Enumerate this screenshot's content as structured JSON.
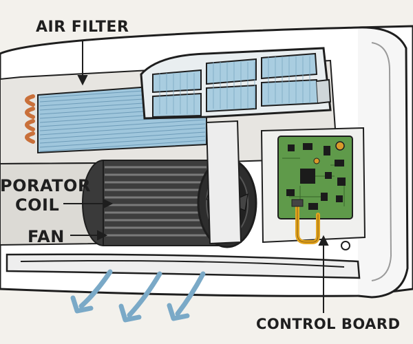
{
  "labels": {
    "air_filter": "AIR FILTER",
    "evaporator_line1": "PORATOR",
    "evaporator_line2": "COIL",
    "fan": "FAN",
    "control_board": "CONTROL BOARD"
  },
  "colors": {
    "background": "#f3f1ec",
    "housing": "#ffffff",
    "outline": "#1e1e1e",
    "filter_mesh": "#a9cde0",
    "filter_frame": "#e9eef0",
    "coil_copper": "#c9703a",
    "fan_dark": "#2d2d2d",
    "pcb_green": "#5f9a4a",
    "chip_black": "#1b1b1b",
    "wire_yellow": "#e3a51f",
    "airflow": "#7aa9c7"
  },
  "icons": [
    "airflow-arrow-icon",
    "fan-blower-icon",
    "circuit-board-icon"
  ]
}
